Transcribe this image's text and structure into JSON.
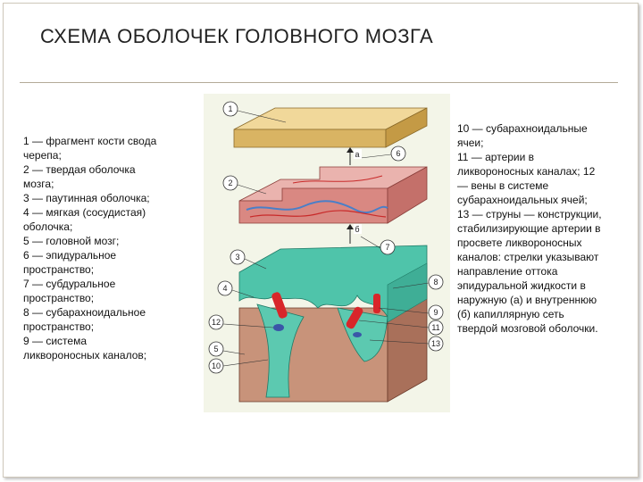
{
  "slide": {
    "title": "СХЕМА ОБОЛОЧЕК ГОЛОВНОГО МОЗГА",
    "left_lines": [
      "1 — фрагмент кости свода",
      "черепа;",
      "2 — твердая оболочка",
      "мозга;",
      "3 — паутинная оболочка;",
      "4 — мягкая (сосудистая)",
      "оболочка;",
      "5 — головной мозг;",
      "6 — эпидуральное",
      "пространство;",
      "7 — субдуральное",
      "пространство;",
      "8 — субарахноидальное",
      "пространство;",
      " 9 — система",
      "ликвороносных каналов;"
    ],
    "right_lines": [
      "10 — субарахноидальные",
      "ячеи;",
      "11 — артерии в",
      "ликвороносных каналах; 12",
      "— вены в системе",
      "субарахноидальных ячей;",
      "13 — струны — конструкции,",
      "стабилизирующие артерии в",
      "просвете ликвороносных",
      "каналов: стрелки указывают",
      "направление оттока",
      "эпидуральной жидкости в",
      "наружную (а) и внутреннюю",
      "(б) капиллярную сеть",
      "твердой мозговой оболочки."
    ]
  },
  "figure": {
    "labels": {
      "n1": "1",
      "n2": "2",
      "n3": "3",
      "n4": "4",
      "n5": "5",
      "n6": "6",
      "n7": "7",
      "n8": "8",
      "n9": "9",
      "n10": "10",
      "n11": "11",
      "n12": "12",
      "n13": "13",
      "a": "а",
      "b": "б"
    },
    "colors": {
      "bone": "#e2c37a",
      "dura": "#d88a86",
      "arachnoid": "#4cc1a8",
      "brain": "#c9957c",
      "artery": "#d8262a",
      "vein": "#3a56a8"
    }
  }
}
